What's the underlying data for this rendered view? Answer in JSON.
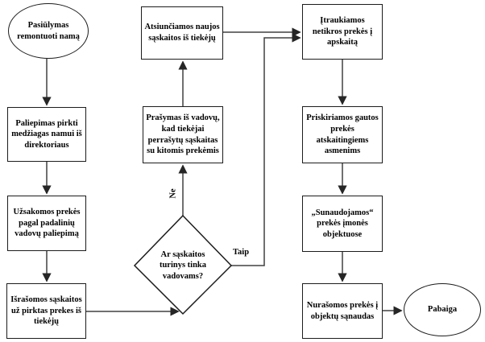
{
  "diagram": {
    "type": "flowchart",
    "language": "Lithuanian",
    "nodes": {
      "start": {
        "shape": "oval",
        "label": "Pasiūlymas remontuoti namą"
      },
      "left1": {
        "shape": "rect",
        "label": "Paliepimas pirkti medžiagas namui iš direktoriaus"
      },
      "left2": {
        "shape": "rect",
        "label": "Užsakomos prekės pagal padalinių vadovų paliepimą"
      },
      "left3": {
        "shape": "rect",
        "label": "Išrašomos sąskaitos už pirktas prekes iš tiekėjų"
      },
      "mid1": {
        "shape": "rect",
        "label": "Atsiunčiamos naujos sąskaitos iš tiekėjų"
      },
      "mid2": {
        "shape": "rect",
        "label": "Prašymas iš vadovų, kad tiekėjai perrašytų sąskaitas su kitomis prekėmis"
      },
      "decision": {
        "shape": "diamond",
        "label": "Ar sąskaitos turinys tinka vadovams?"
      },
      "right1": {
        "shape": "rect",
        "label": "Įtraukiamos netikros prekės į apskaitą"
      },
      "right2": {
        "shape": "rect",
        "label": "Priskiriamos gautos prekės atskaitingiems asmenims"
      },
      "right3": {
        "shape": "rect",
        "label": "„Sunaudojamos“ prekės įmonės objektuose"
      },
      "right4": {
        "shape": "rect",
        "label": "Nurašomos prekės į objektų sąnaudas"
      },
      "end": {
        "shape": "oval",
        "label": "Pabaiga"
      }
    },
    "edge_labels": {
      "no": "Ne",
      "yes": "Taip"
    },
    "edges": [
      "start -> left1",
      "left1 -> left2",
      "left2 -> left3",
      "left3 -> decision",
      "decision -(Ne)-> mid2",
      "mid2 -> mid1",
      "mid1 -> right1",
      "decision -(Taip)-> right1",
      "right1 -> right2",
      "right2 -> right3",
      "right3 -> right4",
      "right4 -> end"
    ],
    "colors": {
      "background": "#ffffff",
      "shape_fill": "#ffffff",
      "shape_border": "#1c1c1c",
      "connector": "#404040",
      "text": "#000000"
    }
  }
}
